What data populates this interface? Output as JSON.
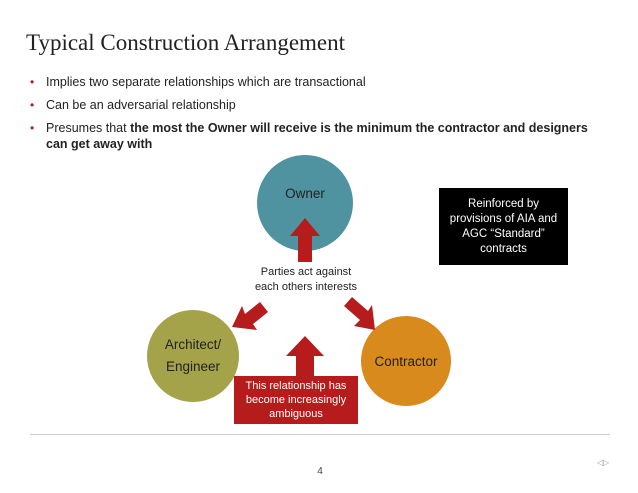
{
  "slide": {
    "title": "Typical Construction Arrangement",
    "bullets": [
      {
        "text": "Implies two separate relationships which are transactional",
        "bold": ""
      },
      {
        "text": "Can be an adversarial relationship",
        "bold": ""
      },
      {
        "text": "Presumes that ",
        "bold": "the most the Owner will receive is the minimum the contractor and designers can get away with"
      }
    ],
    "page_number": "4"
  },
  "diagram": {
    "owner_label": "Owner",
    "architect_label_line1": "Architect/",
    "architect_label_line2": "Engineer",
    "contractor_label": "Contractor",
    "parties_line1": "Parties act against",
    "parties_line2": "each others interests",
    "reinforced_text": "Reinforced by provisions of AIA and AGC “Standard” contracts",
    "relationship_text": "This relationship has become increasingly ambiguous"
  },
  "colors": {
    "owner": "#4f93a0",
    "architect": "#a4a34a",
    "contractor": "#d98a1c",
    "arrow": "#b61c1c",
    "bullet": "#b31b1b"
  }
}
